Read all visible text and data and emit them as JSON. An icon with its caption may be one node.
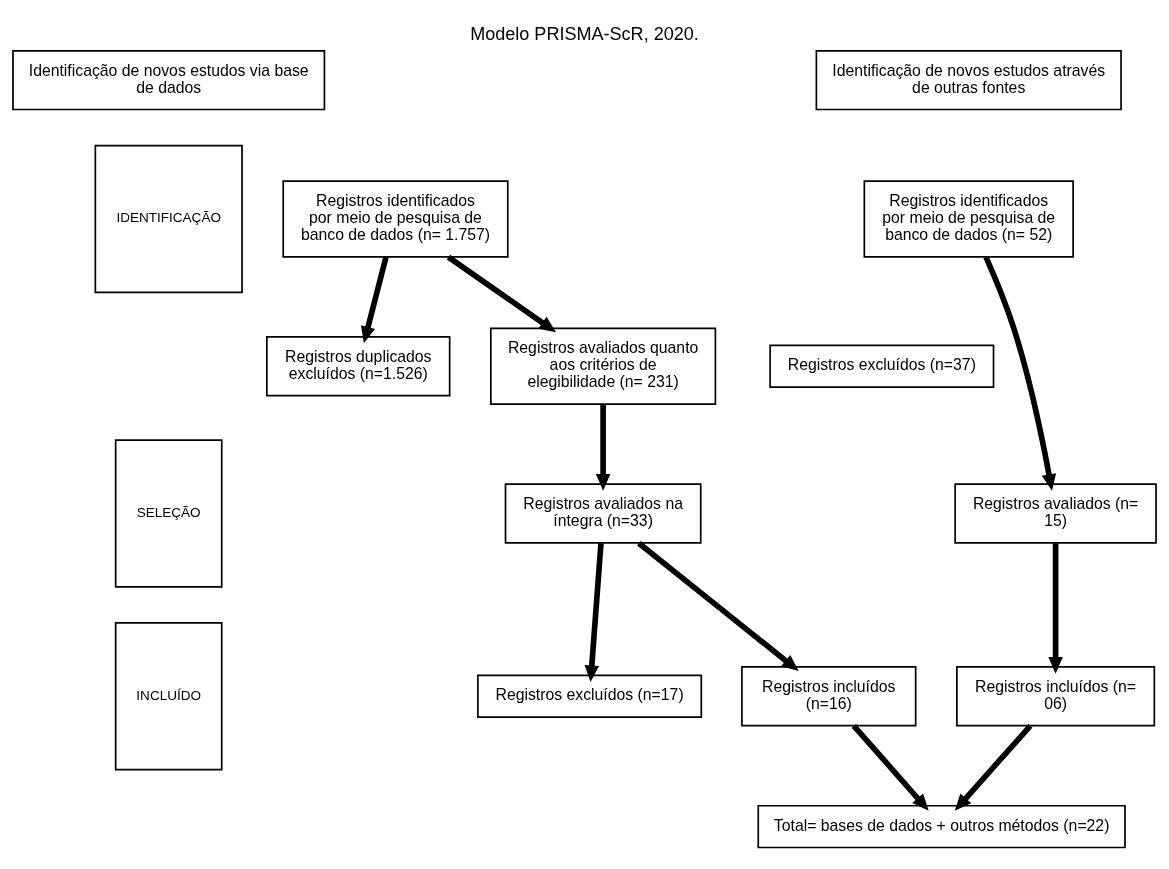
{
  "diagram": {
    "title": "Modelo PRISMA-ScR, 2020.",
    "nodes": [
      {
        "text": [
          "Identificação de novos estudos via base de dados"
        ]
      },
      {
        "text": [
          "Identificação de novos estudos através de outras fontes"
        ]
      },
      {
        "text": [
          "IDENTIFICAÇÃO"
        ]
      },
      {
        "text": [
          "SELEÇÃO"
        ]
      },
      {
        "text": [
          "INCLUÍDO"
        ]
      },
      {
        "text": [
          "Registros identificados por meio de pesquisa de banco de dados (n= 1.757)"
        ]
      },
      {
        "text": [
          "Registros duplicados excluídos (n=1.526)"
        ]
      },
      {
        "text": [
          "Registros avaliados quanto aos critérios de elegibilidade (n= 231)"
        ]
      },
      {
        "text": [
          "Registros avaliados na íntegra (n=33)"
        ]
      },
      {
        "text": [
          "Registros excluídos (n=17)"
        ]
      },
      {
        "text": [
          "Registros incluídos  (n=16)"
        ]
      },
      {
        "text": [
          "Registros identificados por meio de pesquisa de banco de dados (n= 52)"
        ]
      },
      {
        "text": [
          "Registros excluídos (n=37)"
        ]
      },
      {
        "text": [
          "Registros avaliados (n= 15)"
        ]
      },
      {
        "text": [
          "Registros incluídos (n= 06)"
        ]
      },
      {
        "text": [
          "Total= bases de dados + outros métodos (n=22)"
        ]
      }
    ],
    "edges": [
      {
        "from": 5,
        "to": 7,
        "arrow": "to"
      },
      {
        "from": 5,
        "to": 6,
        "arrow": "to"
      },
      {
        "from": 7,
        "to": 8,
        "arrow": "to"
      },
      {
        "from": 8,
        "to": 9,
        "arrow": "to"
      },
      {
        "from": 8,
        "to": 10,
        "arrow": "to"
      },
      {
        "from": 10,
        "to": 15,
        "arrow": "to"
      },
      {
        "from": 11,
        "to": 13,
        "arrow": "to"
      },
      {
        "from": 13,
        "to": 14,
        "arrow": "to"
      },
      {
        "from": 14,
        "to": 15,
        "arrow": "to"
      }
    ]
  }
}
